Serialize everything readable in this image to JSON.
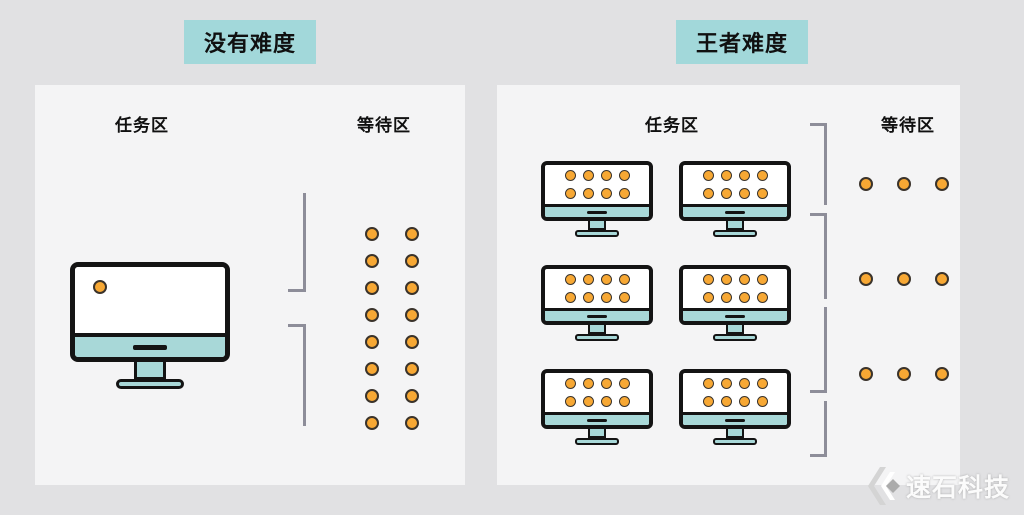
{
  "diagram": {
    "panels": [
      {
        "badge": "没有难度",
        "task_label": "任务区",
        "wait_label": "等待区",
        "monitor_count": 1,
        "dots_per_monitor": 1,
        "waiting_dot_rows": 8,
        "waiting_dot_cols": 2,
        "waiting_dot_count": 16
      },
      {
        "badge": "王者难度",
        "task_label": "任务区",
        "wait_label": "等待区",
        "monitor_count": 6,
        "dots_per_monitor": 8,
        "waiting_dot_rows": 3,
        "waiting_dot_cols": 3,
        "waiting_dot_count": 9
      }
    ],
    "watermark": "速石科技",
    "colors": {
      "background": "#e1e1e3",
      "panel": "#f4f4f5",
      "badge": "#a2d8da",
      "monitor": "#a8d8d8",
      "dot": "#f7a834",
      "dot_border": "#3a332b",
      "bracket": "#8d8d99",
      "outline": "#141414"
    }
  }
}
